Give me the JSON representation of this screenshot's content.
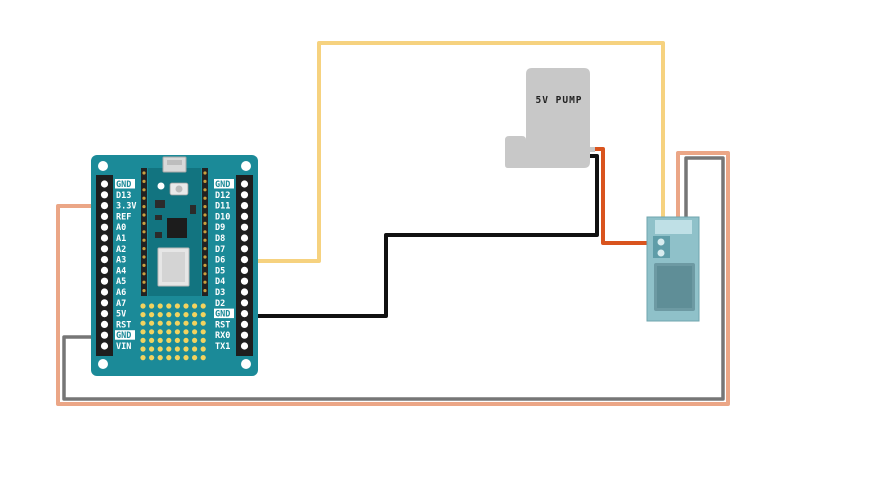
{
  "colors": {
    "background": "#ffffff",
    "board": "#1b8a98",
    "board_dark": "#127480",
    "wire_yellow": "#f6d27f",
    "wire_black": "#111111",
    "wire_orange": "#d9541e",
    "wire_salmon": "#eba686",
    "wire_gray": "#767676",
    "pump_body": "#c8c8c8",
    "relay_body": "#8fc1c9"
  },
  "board": {
    "left_pins": [
      "GND",
      "D13",
      "3.3V",
      "REF",
      "A0",
      "A1",
      "A2",
      "A3",
      "A4",
      "A5",
      "A6",
      "A7",
      "5V",
      "RST",
      "GND",
      "VIN"
    ],
    "right_pins": [
      "GND",
      "D12",
      "D11",
      "D10",
      "D9",
      "D8",
      "D7",
      "D6",
      "D5",
      "D4",
      "D3",
      "D2",
      "GND",
      "RST",
      "RX0",
      "TX1"
    ],
    "highlighted_left": [
      "GND"
    ],
    "highlighted_right": [
      "GND"
    ]
  },
  "pump": {
    "label": "5V PUMP"
  },
  "icons": {
    "board": "microcontroller-board-icon",
    "pump": "pump-icon",
    "relay": "relay-module-icon"
  }
}
